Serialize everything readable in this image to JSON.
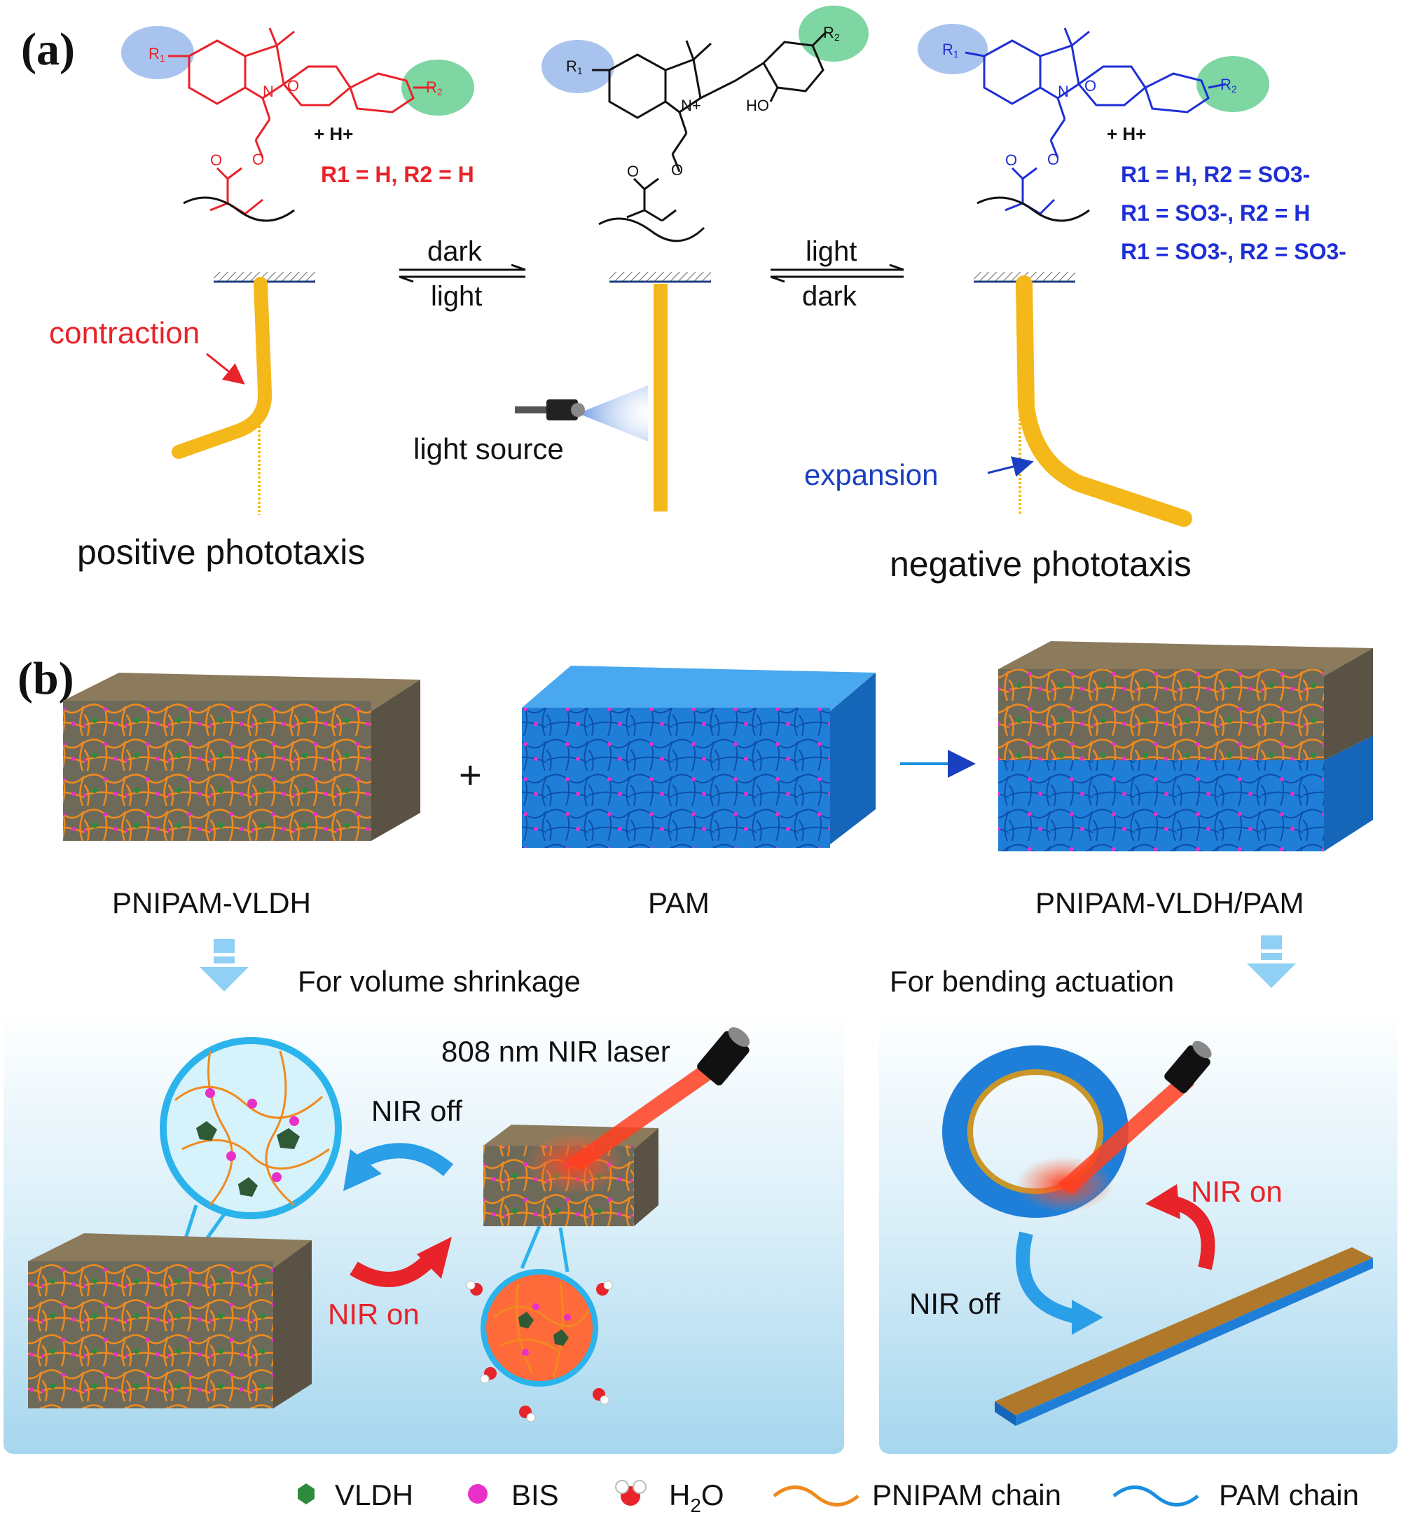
{
  "panel_a": {
    "label": "(a)",
    "chem": {
      "r1": "R",
      "r1_sub": "1",
      "r2": "R",
      "r2_sub": "2",
      "n": "N",
      "n_plus": "N+",
      "o": "O",
      "ho": "HO",
      "h_plus": "+ H+"
    },
    "left_formula": "R1 = H, R2 = H",
    "right_formulas": [
      "R1 = H, R2 = SO3-",
      "R1 = SO3-, R2 = H",
      "R1 = SO3-, R2 = SO3-"
    ],
    "eq_left_top": "dark",
    "eq_left_bottom": "light",
    "eq_right_top": "light",
    "eq_right_bottom": "dark",
    "contraction": "contraction",
    "light_source": "light source",
    "expansion": "expansion",
    "positive": "positive phototaxis",
    "negative": "negative phototaxis"
  },
  "panel_b": {
    "label": "(b)",
    "plus": "+",
    "gel1": "PNIPAM-VLDH",
    "gel2": "PAM",
    "gel3": "PNIPAM-VLDH/PAM",
    "left_title": "For volume shrinkage",
    "right_title": "For bending actuation",
    "laser": "808 nm NIR laser",
    "nir_off_left": "NIR off",
    "nir_on_left": "NIR on",
    "nir_on_right": "NIR on",
    "nir_off_right": "NIR off"
  },
  "legend": {
    "vldh": "VLDH",
    "bis": "BIS",
    "h2o": "H",
    "h2o_sub": "2",
    "h2o_end": "O",
    "pnipam": "PNIPAM chain",
    "pam": "PAM chain"
  },
  "colors": {
    "red_chem": "#e8232a",
    "blue_chem": "#1f2fd6",
    "gel_yellow": "#f4b81a",
    "pnipam_orange": "#f08a1e",
    "pam_blue": "#1a8fe0",
    "bis_pink": "#e830c8",
    "vldh_green": "#2e8b3e"
  }
}
